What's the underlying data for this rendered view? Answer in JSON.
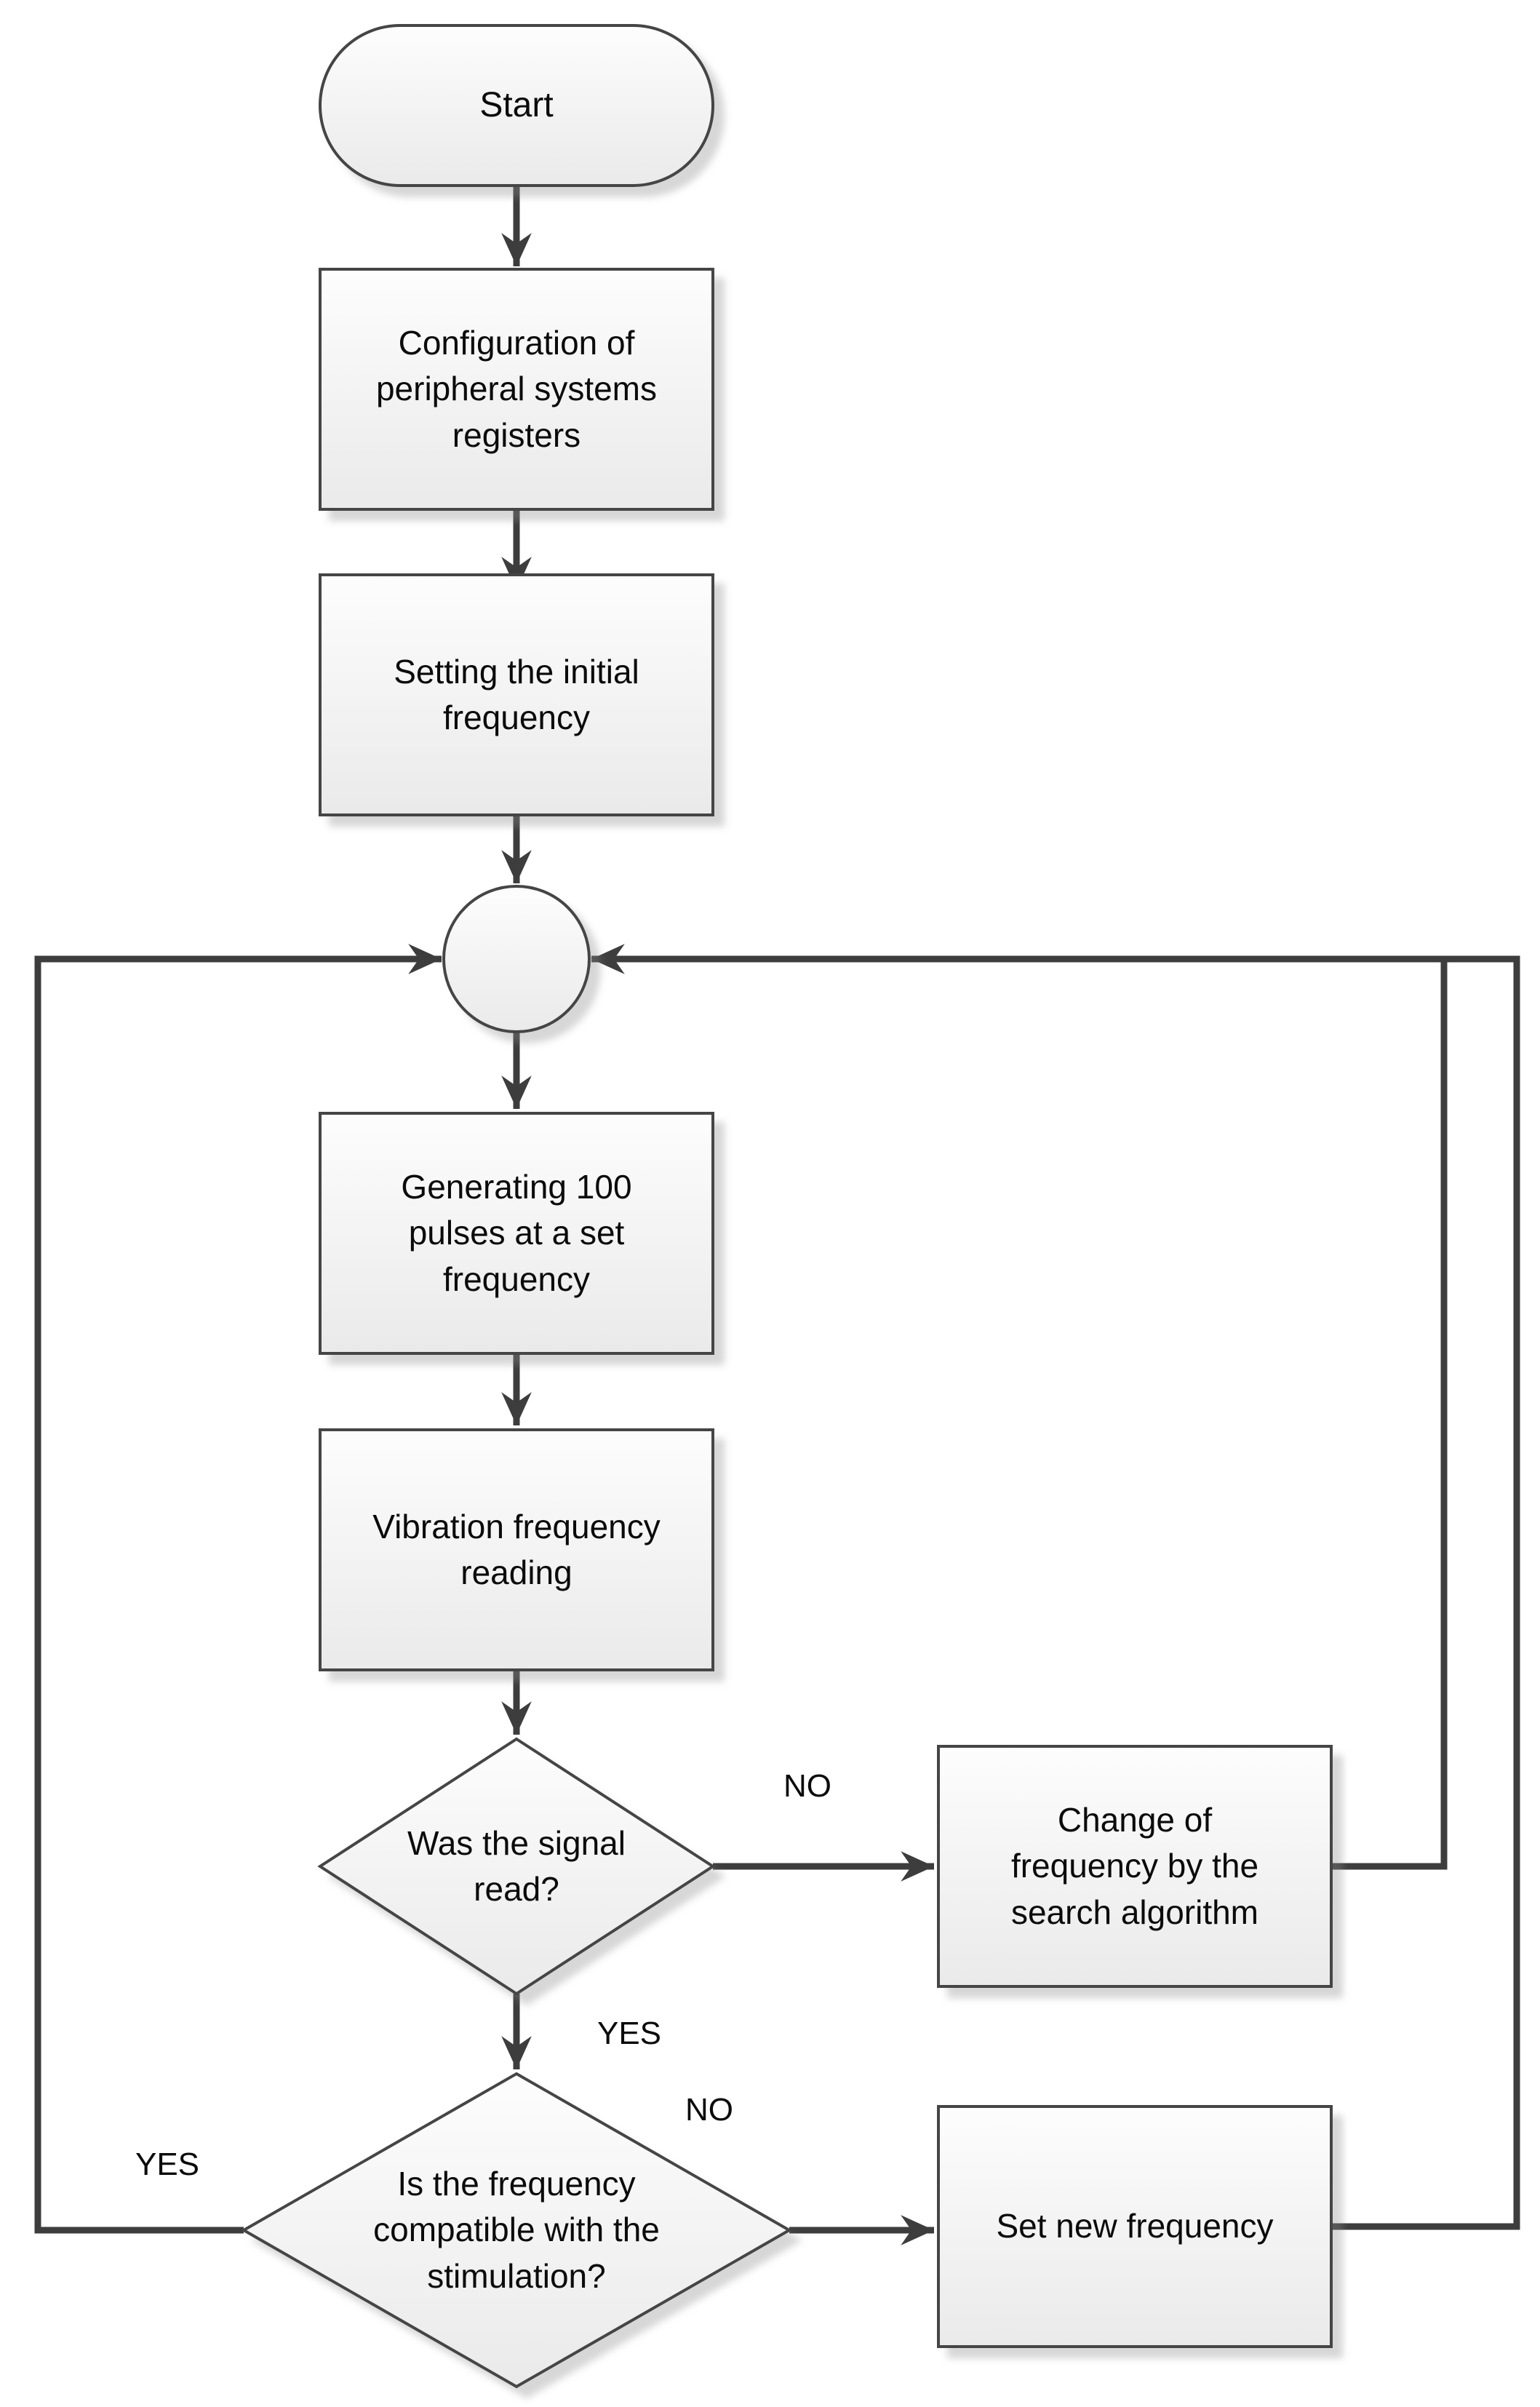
{
  "colors": {
    "line": "#3d3d3d",
    "shape_border": "#454545",
    "fill_top": "#fdfdfd",
    "fill_bottom": "#eaeaea",
    "text": "#0b0b0b",
    "background": "#ffffff"
  },
  "nodes": {
    "start": {
      "label": "Start"
    },
    "config": {
      "lines": [
        "Configuration of",
        "peripheral systems",
        "registers"
      ]
    },
    "set_initial": {
      "lines": [
        "Setting the initial",
        "frequency"
      ]
    },
    "generate": {
      "lines": [
        "Generating 100",
        "pulses at a set",
        "frequency"
      ]
    },
    "vibration": {
      "lines": [
        "Vibration frequency",
        "reading"
      ]
    },
    "signal_read": {
      "lines": [
        "Was the signal",
        "read?"
      ]
    },
    "freq_compatible": {
      "lines": [
        "Is the frequency",
        "compatible with the",
        "stimulation?"
      ]
    },
    "change_freq": {
      "lines": [
        "Change of",
        "frequency by the",
        "search algorithm"
      ]
    },
    "set_new_freq": {
      "label": "Set new frequency"
    }
  },
  "branch_labels": {
    "signal_read_no": "NO",
    "signal_read_yes": "YES",
    "freq_compatible_yes": "YES",
    "freq_compatible_no": "NO"
  }
}
